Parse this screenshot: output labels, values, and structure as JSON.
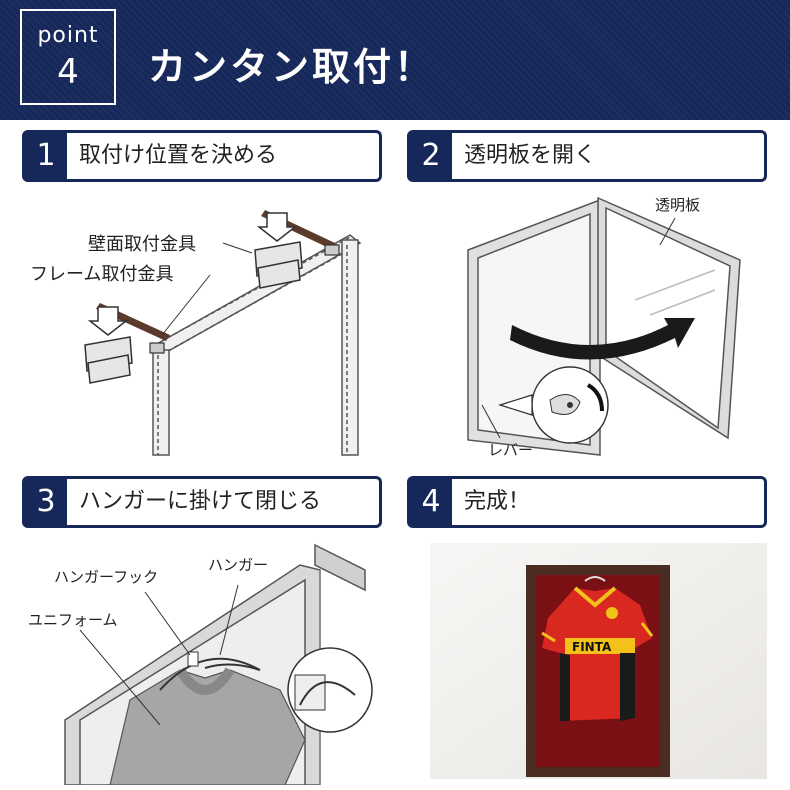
{
  "header": {
    "point_word": "point",
    "point_number": "4",
    "title": "カンタン取付！"
  },
  "steps": [
    {
      "number": "1",
      "label": "取付け位置を決める"
    },
    {
      "number": "2",
      "label": "透明板を開く"
    },
    {
      "number": "3",
      "label": "ハンガーに掛けて閉じる"
    },
    {
      "number": "4",
      "label": "完成！"
    }
  ],
  "step1": {
    "wall_bracket_label": "壁面取付金具",
    "frame_bracket_label": "フレーム取付金具"
  },
  "step2": {
    "clear_panel_label": "透明板",
    "lever_label": "レバー"
  },
  "step3": {
    "hanger_hook_label": "ハンガーフック",
    "hanger_label": "ハンガー",
    "uniform_label": "ユニフォーム"
  },
  "step4": {
    "jersey_sponsor_text": "FINTA"
  },
  "colors": {
    "navy": "#16285a",
    "frame_brown": "#4a2c22",
    "backing_red": "#7a0f14",
    "jersey_red": "#d8281f",
    "jersey_yellow": "#f2c21a"
  }
}
